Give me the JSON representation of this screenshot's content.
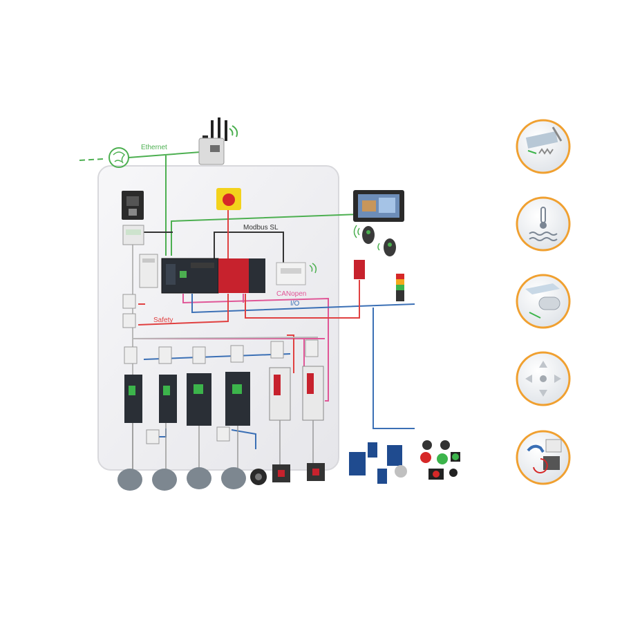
{
  "network": {
    "ethernet": "Ethernet",
    "modbus": "Modbus SL",
    "canopen": "CANopen",
    "io": "I/O",
    "safety": "Safety"
  },
  "colors": {
    "ethernet": "#4caf50",
    "modbus": "#333333",
    "canopen": "#e05596",
    "io": "#3a6fb5",
    "safety": "#e04040",
    "accent": "#f0a030",
    "cabinet": "#f1f1f3"
  },
  "function_icons": [
    "spring-press-icon",
    "temperature-liquid-icon",
    "conveyor-roll-icon",
    "motion-arrows-icon",
    "touch-motor-icon"
  ]
}
